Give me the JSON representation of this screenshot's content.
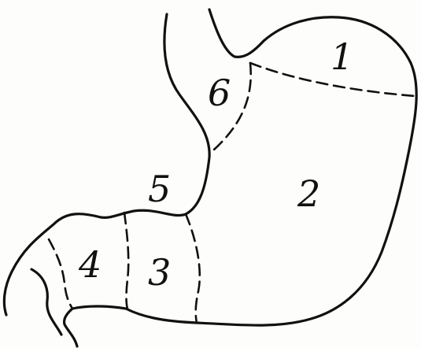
{
  "figure": {
    "regions": [
      {
        "id": "region-1",
        "label": "1"
      },
      {
        "id": "region-2",
        "label": "2"
      },
      {
        "id": "region-3",
        "label": "3"
      },
      {
        "id": "region-4",
        "label": "4"
      },
      {
        "id": "region-5",
        "label": "5"
      },
      {
        "id": "region-6",
        "label": "6"
      }
    ],
    "colors": {
      "ink": "#111111",
      "paper": "#fdfdfb"
    }
  }
}
